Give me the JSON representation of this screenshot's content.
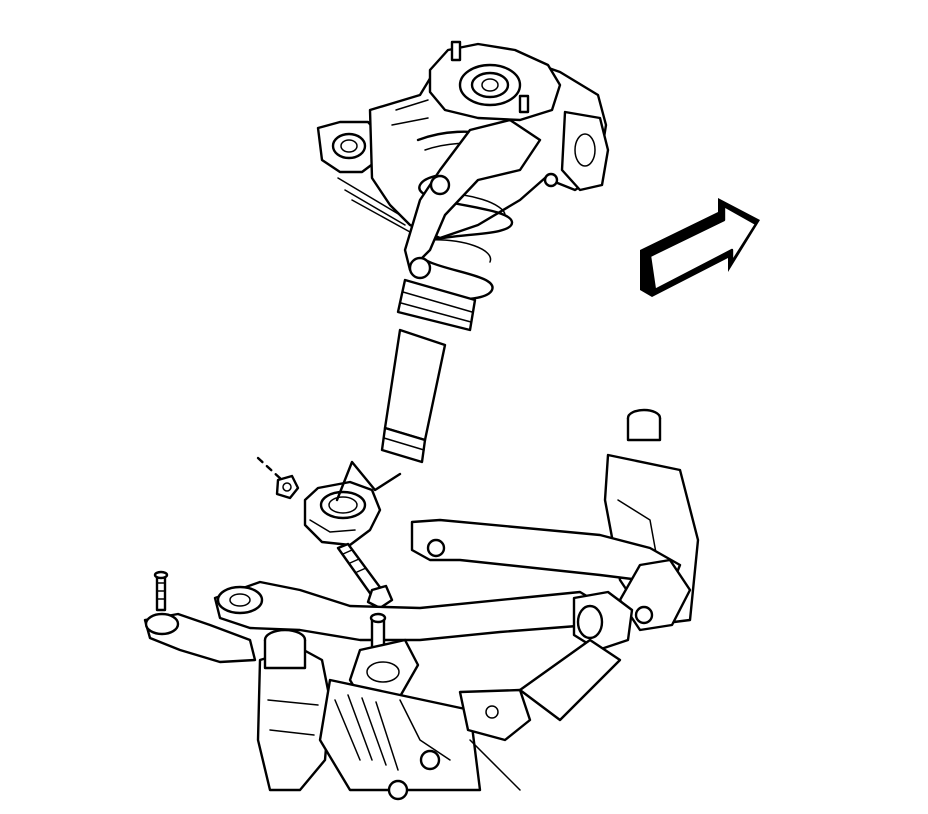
{
  "figure": {
    "type": "line-art service illustration",
    "line_color": "#000000",
    "background": "#ffffff",
    "components": [
      "strut-assembly",
      "coil-spring",
      "upper-strut-mount",
      "strut-bracket",
      "strut-bracket-bolt",
      "strut-bracket-nut",
      "lower-control-arm",
      "steering-knuckle",
      "stabilizer-link",
      "steering-gear",
      "tie-rod-end",
      "front-direction-arrow"
    ],
    "arrow_icon": "front-arrow-icon"
  }
}
